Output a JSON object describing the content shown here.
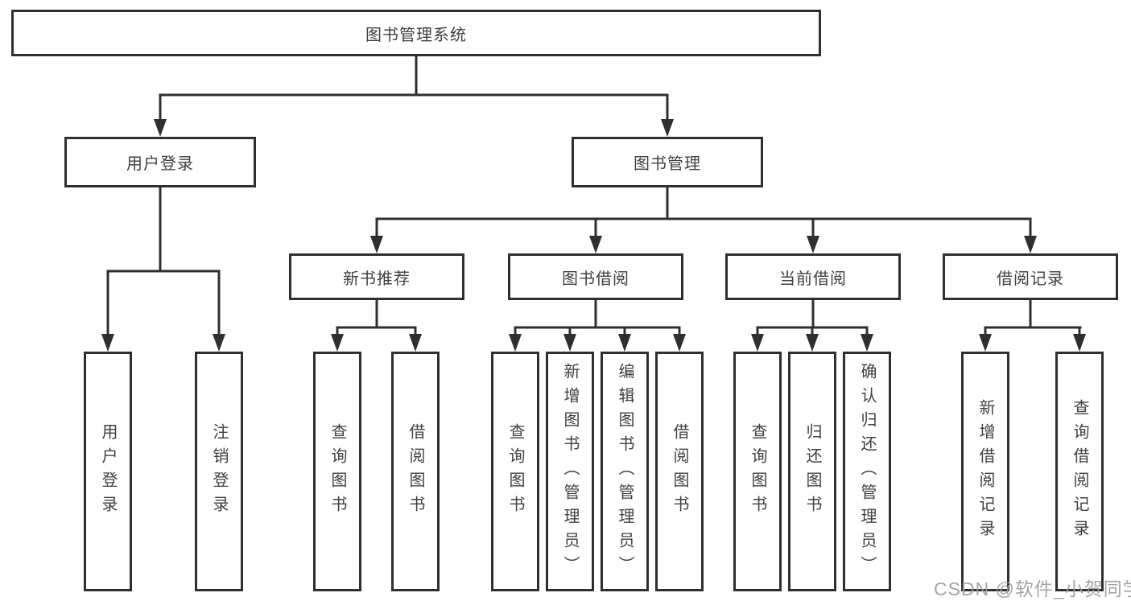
{
  "diagram": {
    "type": "tree",
    "title": "图书管理系统"
  },
  "tree": {
    "label": "图书管理系统",
    "children": [
      {
        "label": "用户登录",
        "children": [
          {
            "label": "用户登录"
          },
          {
            "label": "注销登录"
          }
        ]
      },
      {
        "label": "图书管理",
        "children": [
          {
            "label": "新书推荐",
            "children": [
              {
                "label": "查询图书"
              },
              {
                "label": "借阅图书"
              }
            ]
          },
          {
            "label": "图书借阅",
            "children": [
              {
                "label": "查询图书"
              },
              {
                "label": "新增图书（管理员）"
              },
              {
                "label": "编辑图书（管理员）"
              },
              {
                "label": "借阅图书"
              }
            ]
          },
          {
            "label": "当前借阅",
            "children": [
              {
                "label": "查询图书"
              },
              {
                "label": "归还图书"
              },
              {
                "label": "确认归还（管理员）"
              }
            ]
          },
          {
            "label": "借阅记录",
            "children": [
              {
                "label": "新增借阅记录"
              },
              {
                "label": "查询借阅记录"
              }
            ]
          }
        ]
      }
    ]
  },
  "watermark": "CSDN @软件_小贺同学",
  "colors": {
    "line": "#2f2f2f",
    "box_border": "#2f2f2f",
    "text": "#404040",
    "watermark": "#9d9d9d",
    "background": "#ffffff"
  }
}
